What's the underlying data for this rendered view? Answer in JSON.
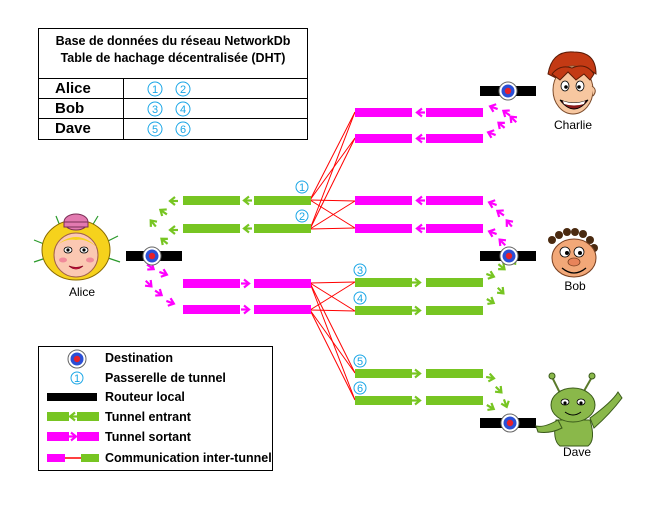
{
  "dht": {
    "title_line1": "Base de données du réseau NetworkDb",
    "title_line2": "Table de hachage décentralisée (DHT)",
    "rows": [
      {
        "name": "Alice",
        "gateways": [
          "1",
          "2"
        ]
      },
      {
        "name": "Bob",
        "gateways": [
          "3",
          "4"
        ]
      },
      {
        "name": "Dave",
        "gateways": [
          "5",
          "6"
        ]
      }
    ]
  },
  "people": {
    "alice": "Alice",
    "bob": "Bob",
    "charlie": "Charlie",
    "dave": "Dave"
  },
  "gateways": [
    "1",
    "2",
    "3",
    "4",
    "5",
    "6"
  ],
  "legend": {
    "destination": "Destination",
    "gateway": "Passerelle de tunnel",
    "gateway_symbol": "1",
    "router": "Routeur local",
    "inbound": "Tunnel entrant",
    "outbound": "Tunnel sortant",
    "inter": "Communication inter-tunnel"
  },
  "colors": {
    "inbound": "#77c522",
    "outbound": "#ff00ff",
    "link": "#ff0000",
    "gateway": "#1aa6e6",
    "router": "#000000",
    "destination_inner": "#e8202a",
    "destination_ring": "#2a4fd6"
  }
}
